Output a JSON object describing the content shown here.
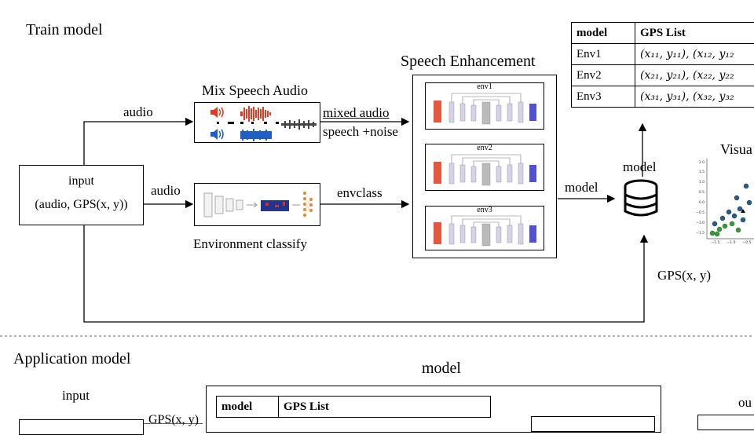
{
  "train": {
    "title": "Train model",
    "input_box": {
      "line1": "input",
      "line2": "(audio, GPS(x, y))"
    },
    "edge_audio_top": "audio",
    "edge_audio_mid": "audio",
    "mix_title": "Mix Speech Audio",
    "mixed_audio": "mixed audio",
    "speech_noise": "speech +noise",
    "envclass": "envclass",
    "env_classify": "Environment classify",
    "speech_enh_title": "Speech Enhancement",
    "envs": [
      "env1",
      "env2",
      "env3"
    ],
    "model_edge": "model",
    "model_up": "model",
    "gps_label": "GPS(x, y)",
    "visual_label": "Visua",
    "table": {
      "headers": [
        "model",
        "GPS List"
      ],
      "rows": [
        {
          "model": "Env1",
          "gps": "(x₁₁, y₁₁), (x₁₂, y₁₂"
        },
        {
          "model": "Env2",
          "gps": "(x₂₁, y₂₁), (x₂₂, y₂₂"
        },
        {
          "model": "Env3",
          "gps": "(x₃₁, y₃₁), (x₃₂, y₃₂"
        }
      ]
    },
    "scatter_ticks_y": [
      "2.0",
      "1.5",
      "1.0",
      "0.5",
      "0.0",
      "−0.5",
      "−1.0",
      "−1.5"
    ],
    "scatter_ticks_x": [
      "−1.5",
      "−1.0",
      "−0.5"
    ]
  },
  "application": {
    "title": "Application model",
    "model_title": "model",
    "input_label": "input",
    "gps_edge": "GPS(x, y)",
    "output_label": "ou",
    "table_headers": [
      "model",
      "GPS List"
    ]
  },
  "colors": {
    "red_wave": "#e23a1e",
    "blue_wave": "#1f5fc4",
    "gray_wave": "#444444",
    "dashed": "#666666"
  }
}
